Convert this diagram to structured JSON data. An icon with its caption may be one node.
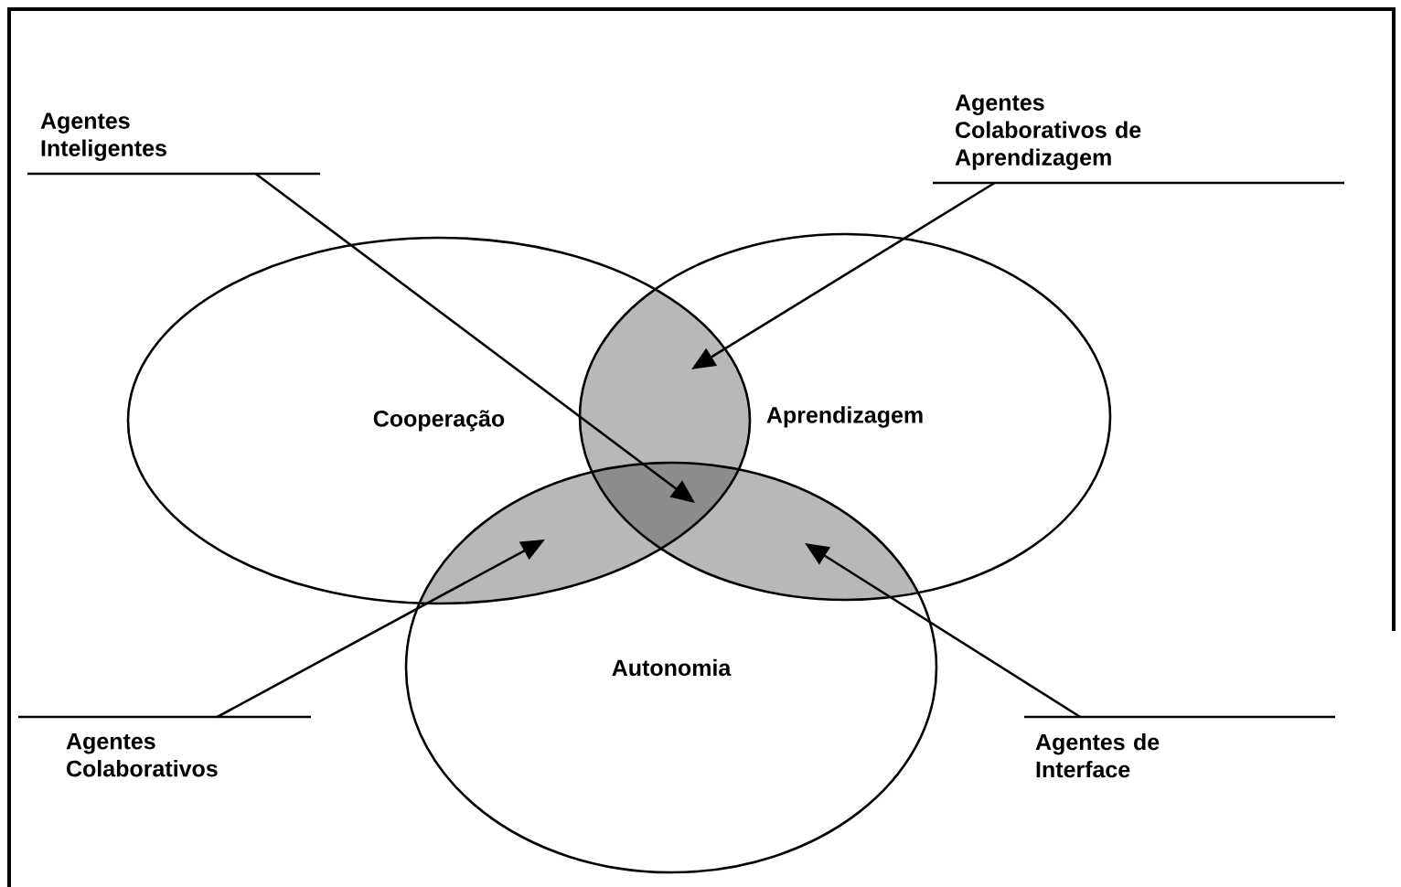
{
  "diagram": {
    "nodes": [
      {
        "text": [
          "Agentes Inteligentes"
        ]
      },
      {
        "text": [
          "Agentes Colaborativos de Aprendizagem"
        ]
      },
      {
        "text": [
          "Cooperação"
        ]
      },
      {
        "text": [
          "Aprendizagem"
        ]
      },
      {
        "text": [
          "Autonomia"
        ]
      },
      {
        "text": [
          "Agentes Colaborativos"
        ]
      },
      {
        "text": [
          "Agentes de Interface"
        ]
      },
      {
        "text": [],
        "shape": "region"
      },
      {
        "text": [],
        "shape": "region"
      },
      {
        "text": [],
        "shape": "region"
      },
      {
        "text": [],
        "shape": "region"
      }
    ],
    "edges": [
      {
        "from": 0,
        "to": 8,
        "arrow": "to"
      },
      {
        "from": 1,
        "to": 7,
        "arrow": "to"
      },
      {
        "from": 5,
        "to": 9,
        "arrow": "to"
      },
      {
        "from": 6,
        "to": 10,
        "arrow": "to"
      }
    ]
  }
}
